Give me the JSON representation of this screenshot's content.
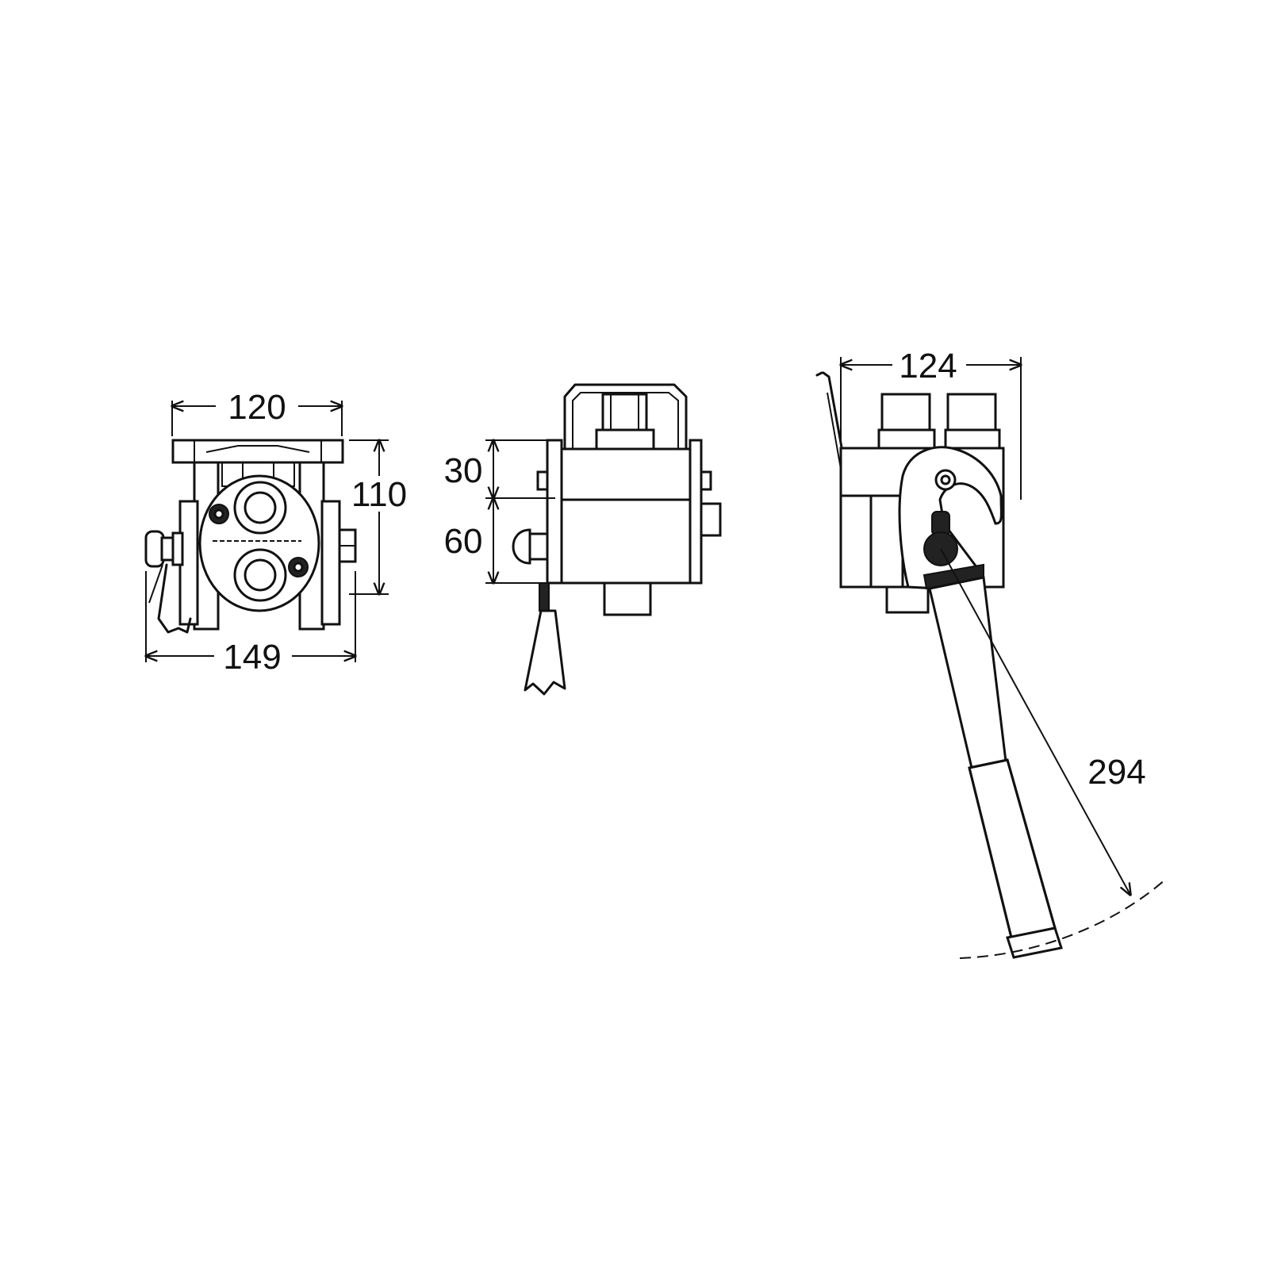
{
  "colors": {
    "ink": "#111111",
    "paper": "#ffffff"
  },
  "views": {
    "front": {
      "dim_top_width": "120",
      "dim_height": "110",
      "dim_bottom_width": "149"
    },
    "side": {
      "dim_upper": "30",
      "dim_lower": "60"
    },
    "lever": {
      "dim_top_width": "124",
      "dim_lever_length": "294"
    }
  }
}
